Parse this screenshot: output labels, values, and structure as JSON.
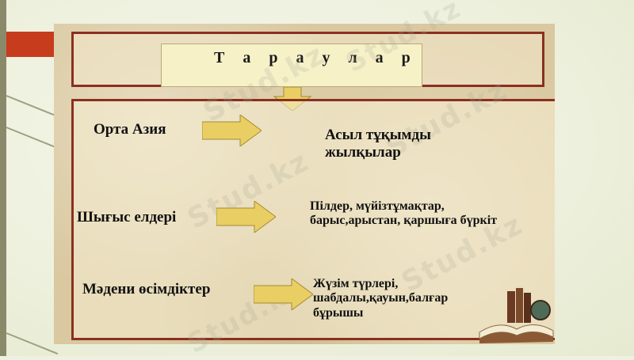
{
  "title": "Т а р а у л а р",
  "rows": [
    {
      "left": "Орта Азия",
      "right": "Асыл тұқымды жылқылар"
    },
    {
      "left": "Шығыс елдері",
      "right": "Пілдер, мүйізтұмақтар, барыс,арыстан, қаршыға бүркіт"
    },
    {
      "left": "Мәдени өсімдіктер",
      "right": "Жүзім түрлері, шабдалы,қауын,балғар бұрышы"
    }
  ],
  "watermark": "Stud.kz",
  "colors": {
    "accent": "#c63c1c",
    "frame": "#8a3020",
    "arrow_fill": "#e9cf63",
    "title_box": "#f7f1c8"
  }
}
